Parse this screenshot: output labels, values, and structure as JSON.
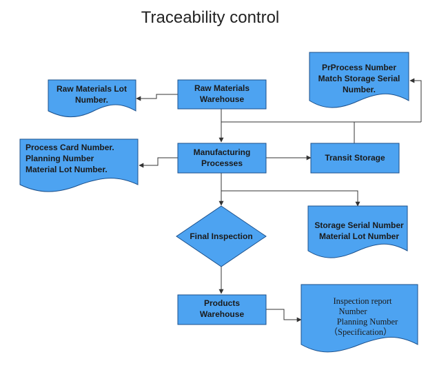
{
  "title": "Traceability control",
  "nodes": {
    "raw_materials_warehouse": [
      "Raw Materials",
      "Warehouse"
    ],
    "manufacturing_processes": [
      "Manufacturing",
      "Processes"
    ],
    "transit_storage": [
      "Transit Storage"
    ],
    "final_inspection": [
      "Final Inspection"
    ],
    "products_warehouse": [
      "Products",
      "Warehouse"
    ]
  },
  "documents": {
    "raw_lot": [
      "Raw Materials Lot",
      "Number."
    ],
    "process_card": [
      "Process Card Number.",
      "Planning Number",
      "Material Lot Number."
    ],
    "prprocess": [
      "PrProcess Number",
      "Match Storage Serial",
      "Number."
    ],
    "storage_serial": [
      "Storage Serial Number",
      "Material Lot Number"
    ],
    "inspection_report": [
      "Inspection report",
      "Number",
      "Planning Number",
      "（Specification）"
    ]
  },
  "colors": {
    "fill": "#4da3f1",
    "stroke": "#1b4f8a",
    "connector": "#333333"
  }
}
